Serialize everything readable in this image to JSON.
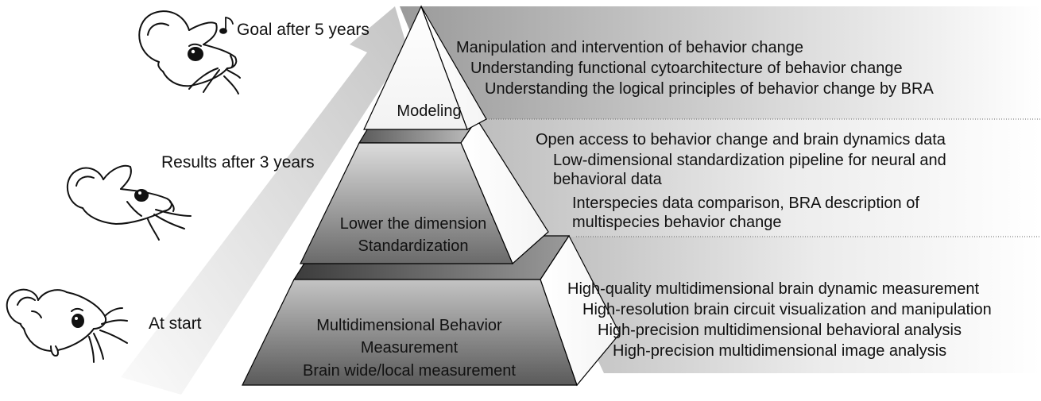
{
  "stages": {
    "start": "At start",
    "three_years": "Results after 3 years",
    "five_years": "Goal after 5 years"
  },
  "tiers": {
    "top": {
      "label": "Modeling",
      "items": [
        "Manipulation and intervention of behavior change",
        "Understanding functional cytoarchitecture of behavior change",
        "Understanding the logical principles of behavior change by BRA"
      ]
    },
    "middle": {
      "label_line1": "Lower the dimension",
      "label_line2": "Standardization",
      "items": [
        "Open access to behavior change and brain dynamics data",
        "Low-dimensional standardization pipeline for neural and behavioral data",
        "Interspecies data comparison, BRA description of multispecies behavior change"
      ]
    },
    "bottom": {
      "label_line1": "Multidimensional Behavior",
      "label_line2": "Measurement",
      "label_line3": "Brain wide/local measurement",
      "items": [
        "High-quality multidimensional brain dynamic measurement",
        "High-resolution brain circuit visualization and manipulation",
        "High-precision multidimensional behavioral analysis",
        "High-precision multidimensional image analysis"
      ]
    }
  },
  "icons": {
    "mouse_start": "worried-mouse-icon",
    "mouse_mid": "neutral-mouse-icon",
    "mouse_goal": "happy-mouse-icon",
    "note": "music-note-icon"
  },
  "colors": {
    "arrow_light": "#f7f7f7",
    "arrow_dark": "#c9c9c9",
    "tier_dark": "#555555",
    "tier_light": "#f0f0f0",
    "band_gray": "#cfcfcf"
  }
}
